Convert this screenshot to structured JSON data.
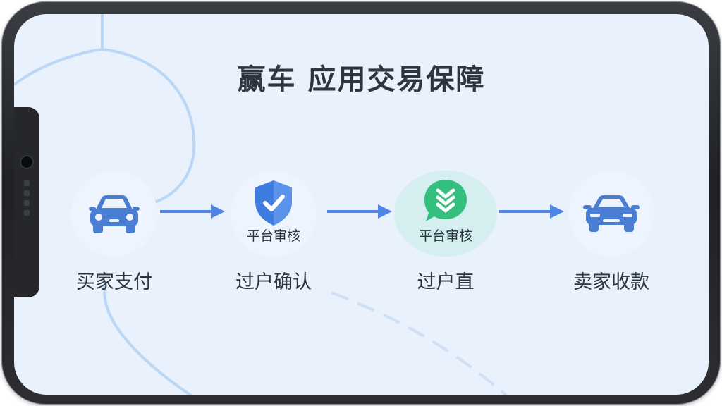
{
  "title": "赢车 应用交易保障",
  "colors": {
    "accent_blue": "#4f86e6",
    "car_blue": "#4a7ed2",
    "shield_blue": "#3f7ce0",
    "chat_green": "#33c07f",
    "text_dark": "#2d3640",
    "screen_bg": "#e8f1fc"
  },
  "steps": [
    {
      "icon": "car-icon",
      "sub": "",
      "label": "买家支付"
    },
    {
      "icon": "shield-check-icon",
      "sub": "平台审核",
      "label": "过户确认"
    },
    {
      "icon": "chat-chevrons-icon",
      "sub": "平台审核",
      "label": "过户直"
    },
    {
      "icon": "car-icon",
      "sub": "",
      "label": "卖家收款"
    }
  ]
}
